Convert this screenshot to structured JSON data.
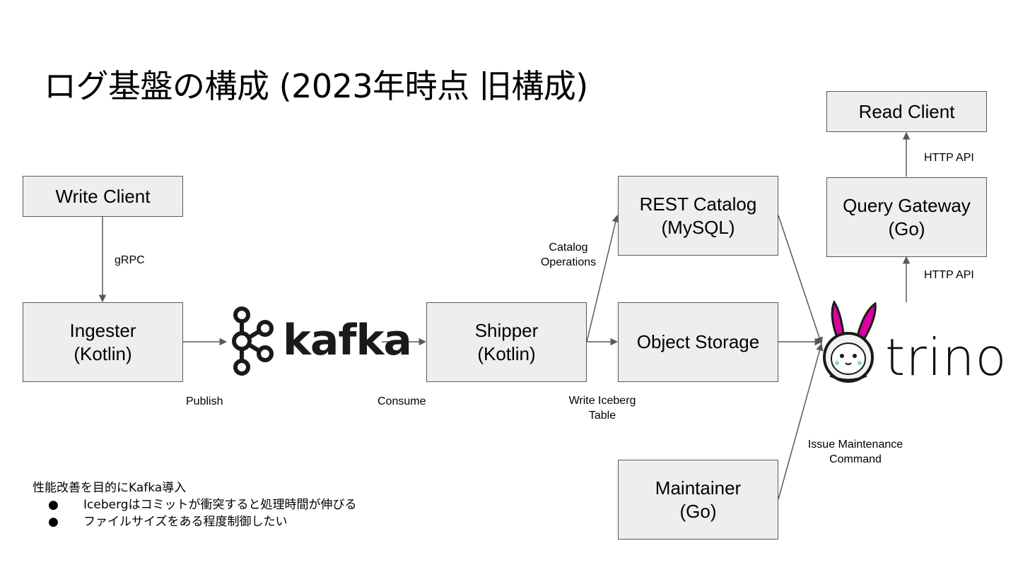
{
  "title": "ログ基盤の構成 (2023年時点 旧構成)",
  "nodes": {
    "write_client": [
      "Write Client"
    ],
    "ingester": [
      "Ingester",
      "(Kotlin)"
    ],
    "shipper": [
      "Shipper",
      "(Kotlin)"
    ],
    "rest_catalog": [
      "REST Catalog",
      "(MySQL)"
    ],
    "object_storage": [
      "Object Storage"
    ],
    "maintainer": [
      "Maintainer",
      "(Go)"
    ],
    "query_gateway": [
      "Query Gateway",
      "(Go)"
    ],
    "read_client": [
      "Read Client"
    ]
  },
  "edge_labels": {
    "grpc": [
      "gRPC"
    ],
    "publish": [
      "Publish"
    ],
    "consume": [
      "Consume"
    ],
    "catalog_ops": [
      "Catalog",
      "Operations"
    ],
    "write_iceberg": [
      "Write Iceberg",
      "Table"
    ],
    "issue_maintenance": [
      "Issue Maintenance",
      "Command"
    ],
    "http_api_lower": [
      "HTTP API"
    ],
    "http_api_upper": [
      "HTTP API"
    ]
  },
  "logos": {
    "kafka": "kafka",
    "trino": "trino"
  },
  "notes": {
    "heading": "性能改善を目的にKafka導入",
    "bullet_symbol": "●",
    "items": [
      "Icebergはコミットが衝突すると処理時間が伸びる",
      "ファイルサイズをある程度制御したい"
    ]
  },
  "colors": {
    "box_fill": "#eeeeee",
    "box_border": "#595959",
    "arrow": "#595959",
    "trino_ears": "#dd00a1",
    "trino_face": "#ffffff"
  }
}
